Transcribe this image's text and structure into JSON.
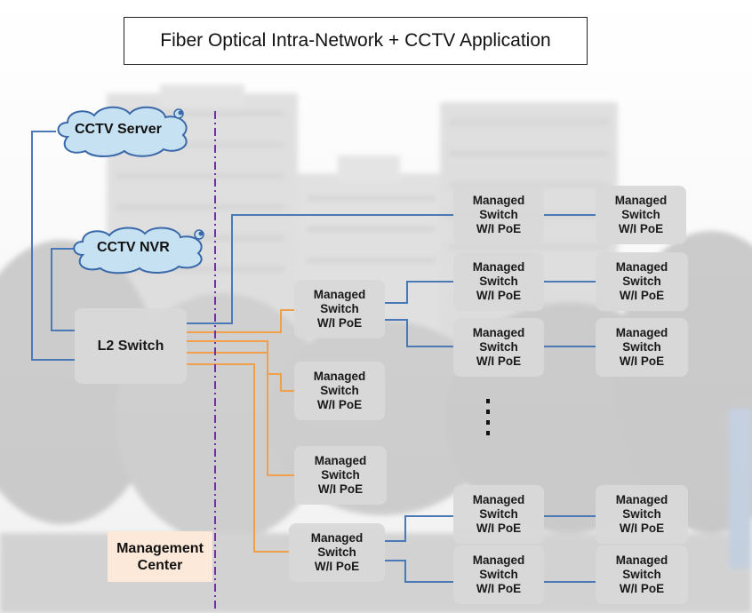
{
  "title": "Fiber Optical Intra-Network + CCTV Application",
  "cctv_server": {
    "label": "CCTV Server"
  },
  "cctv_nvr": {
    "label": "CCTV NVR"
  },
  "l2_switch": {
    "label": "L2 Switch"
  },
  "management_center": {
    "label": "Management\nCenter"
  },
  "managed_switch_label": "Managed\nSwitch\nW/I PoE",
  "colors": {
    "fiber_blue": "#4a7ab5",
    "copper_orange": "#f0a04b",
    "divider_purple": "#7030a0",
    "node_gray": "#d9d9d9",
    "cloud_fill": "#c6e2f2",
    "cloud_stroke": "#3a68a8",
    "management_fill": "#fde9d9"
  },
  "icons": {
    "cloud": "cloud-icon",
    "ellipsis": "vertical-ellipsis-icon"
  }
}
